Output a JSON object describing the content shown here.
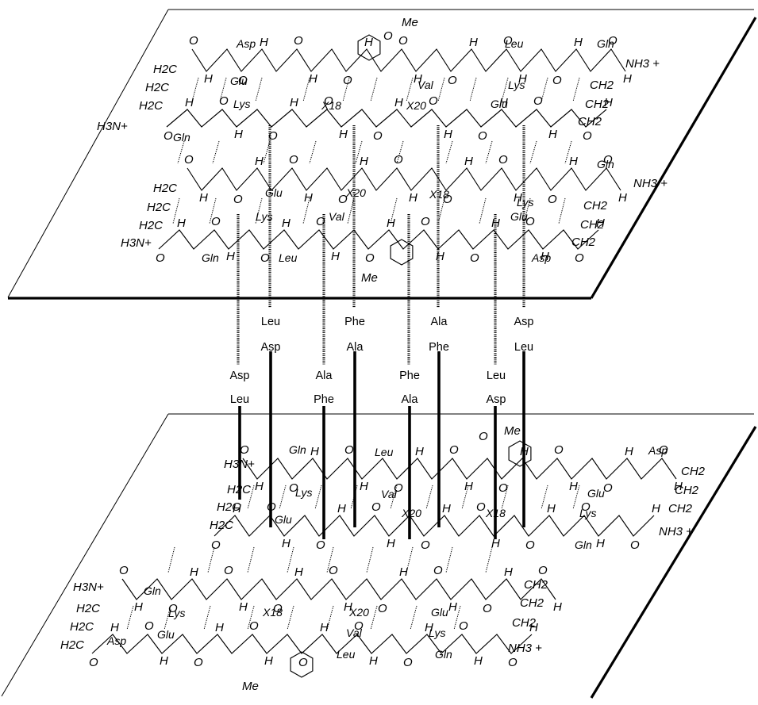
{
  "figure": {
    "top_sheet": {
      "strand_1": {
        "methoxy": "Me",
        "aromatic_O": "O",
        "upper_residues": [
          "Asp",
          "Glu",
          "Val",
          "Lys",
          "Leu",
          "Gln"
        ],
        "lower_residues": [
          "Lys",
          "X18",
          "X20",
          "Glu"
        ],
        "left_chain": [
          "H2C",
          "H2C",
          "H2C"
        ],
        "n_terminus": "H3N+",
        "n_terminal_residue": "Gln",
        "c_terminus": "NH3 +",
        "right_chain": [
          "CH2",
          "CH2",
          "CH2"
        ]
      },
      "strand_2": {
        "methoxy": "Me",
        "upper_residues": [
          "Glu",
          "X20",
          "X18",
          "Lys",
          "Gln"
        ],
        "lower_residues": [
          "Lys",
          "Val",
          "Glu",
          "Gln",
          "Leu",
          "Asp"
        ],
        "left_chain": [
          "H2C",
          "H2C",
          "H2C"
        ],
        "n_terminus": "H3N+",
        "c_terminus": "NH3 +",
        "right_chain": [
          "CH2",
          "CH2",
          "CH2"
        ]
      }
    },
    "interface_pairs": [
      {
        "hashed": "Leu",
        "solid": "Asp"
      },
      {
        "hashed": "Phe",
        "solid": "Ala"
      },
      {
        "hashed": "Ala",
        "solid": "Phe"
      },
      {
        "hashed": "Asp",
        "solid": "Leu"
      },
      {
        "hashed": "Asp",
        "solid": "Leu"
      },
      {
        "hashed": "Ala",
        "solid": "Phe"
      },
      {
        "hashed": "Phe",
        "solid": "Ala"
      },
      {
        "hashed": "Leu",
        "solid": "Asp"
      }
    ],
    "bottom_sheet": {
      "strand_1": {
        "methoxy": "Me",
        "aromatic_O": "O",
        "residues": [
          "Gln",
          "Leu",
          "Lys",
          "Val",
          "Glu",
          "X20",
          "X18",
          "Glu",
          "Lys",
          "Gln",
          "Asp"
        ],
        "left_chain": [
          "H2C",
          "H2C",
          "H2C"
        ],
        "n_terminus": "H3N+",
        "c_terminus": "NH3 +",
        "right_chain": [
          "CH2",
          "CH2",
          "CH2"
        ]
      },
      "strand_2": {
        "methoxy": "Me",
        "residues": [
          "Gln",
          "Lys",
          "Glu",
          "Asp",
          "X18",
          "X20",
          "Val",
          "Leu",
          "Glu",
          "Lys",
          "Gln"
        ],
        "left_chain": [
          "H2C",
          "H2C",
          "H2C"
        ],
        "n_terminus": "H3N+",
        "c_terminus": "NH3 +",
        "right_chain": [
          "CH2",
          "CH2",
          "CH2"
        ]
      }
    },
    "atoms": {
      "oxygen": "O",
      "amide_h": "H"
    }
  }
}
